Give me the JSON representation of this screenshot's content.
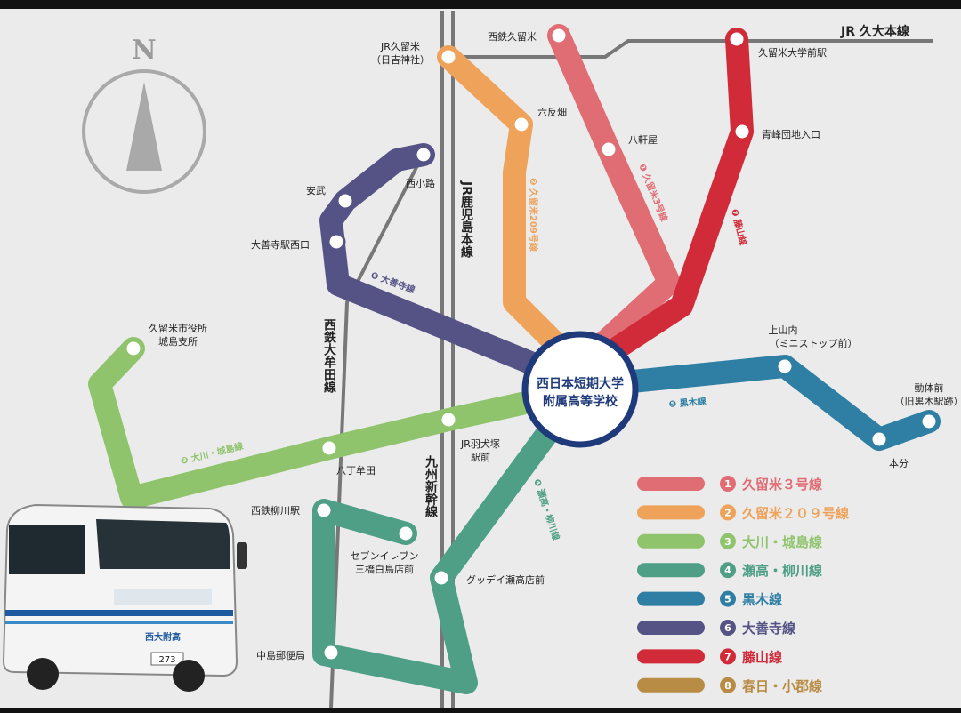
{
  "compass": {
    "letter": "N"
  },
  "hub": {
    "line1": "西日本短期大学",
    "line2": "附属高等学校"
  },
  "colors": {
    "r1": "#e06d74",
    "r2": "#eea25a",
    "r3": "#8fc46d",
    "r4": "#4e9f86",
    "r5": "#2f7ea3",
    "r6": "#555386",
    "r7": "#d12b3a",
    "r8": "#b88c45",
    "hub_border": "#1f3a7a",
    "rail": "#777777"
  },
  "railways": {
    "kyudai": "JR 久大本線",
    "kagoshima": "JR鹿児島本線",
    "nishitetsu": "西鉄大牟田線",
    "shinkansen": "九州新幹線"
  },
  "stops": {
    "nishitetsu_kurume": "西鉄久留米",
    "jr_kurume_a": "JR久留米",
    "jr_kurume_b": "（日吉神社）",
    "rokutanbata": "六反畑",
    "hachikenya": "八軒屋",
    "kurume_univ_a": "久留米大学前駅",
    "aomine": "青峰団地入口",
    "nishikoji": "西小路",
    "yasutake": "安武",
    "daizenji": "大善寺駅西口",
    "city_office_a": "久留米市役所",
    "city_office_b": "城島支所",
    "kamiyamauchi_a": "上山内",
    "kamiyamauchi_b": "（ミニストップ前）",
    "honbun": "本分",
    "dotaimae_a": "動体前",
    "dotaimae_b": "（旧黒木駅跡）",
    "hacchomuta": "八丁牟田",
    "haitsuka_a": "JR羽犬塚",
    "haitsuka_b": "駅前",
    "yanagawa": "西鉄柳川駅",
    "seven_a": "セブンイレブン",
    "seven_b": "三橋白鳥店前",
    "goodday": "グッデイ瀬高店前",
    "nakashima": "中島郵便局"
  },
  "route_tags": {
    "r1": "❶ 久留米3号線",
    "r2": "❷ 久留米209号線",
    "r3": "❸ 大川・城島線",
    "r4": "❹ 瀬高・柳川線",
    "r5": "❺ 黒木線",
    "r6": "❻ 大善寺線",
    "r7": "❼ 藤山線"
  },
  "legend": [
    {
      "num": "1",
      "label": "久留米３号線",
      "color": "#e06d74"
    },
    {
      "num": "2",
      "label": "久留米２０９号線",
      "color": "#eea25a"
    },
    {
      "num": "3",
      "label": "大川・城島線",
      "color": "#8fc46d"
    },
    {
      "num": "4",
      "label": "瀬高・柳川線",
      "color": "#4e9f86"
    },
    {
      "num": "5",
      "label": "黒木線",
      "color": "#2f7ea3"
    },
    {
      "num": "6",
      "label": "大善寺線",
      "color": "#555386"
    },
    {
      "num": "7",
      "label": "藤山線",
      "color": "#d12b3a"
    },
    {
      "num": "8",
      "label": "春日・小郡線",
      "color": "#b88c45"
    }
  ],
  "bus": {
    "company": "西大附高",
    "plate": "273"
  }
}
